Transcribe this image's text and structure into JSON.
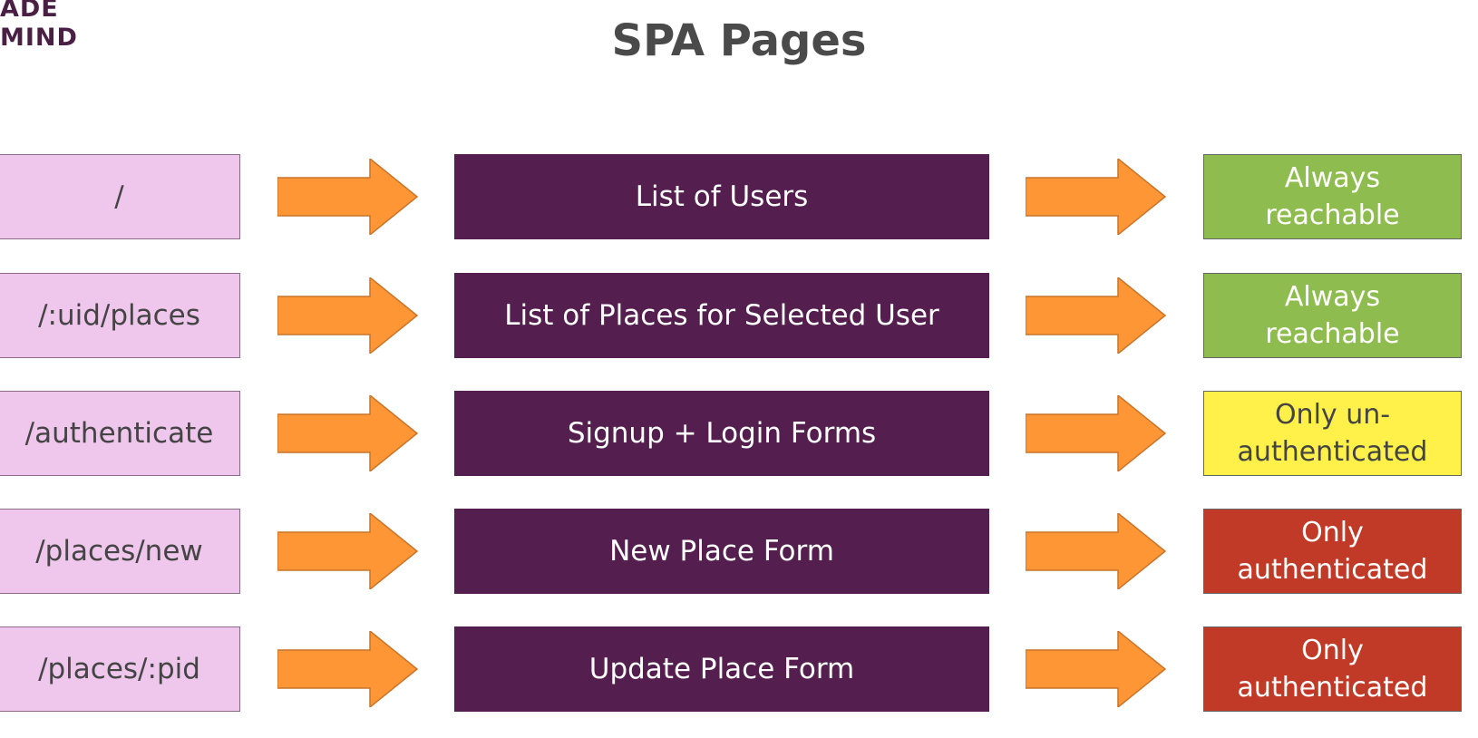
{
  "logo": {
    "line1": "ADE",
    "line2": "MIND"
  },
  "title": "SPA Pages",
  "colors": {
    "route_fill": "#efc6ec",
    "page_fill": "#541f4f",
    "arrow_fill": "#ff9636",
    "always_reachable": "#8fbc4f",
    "only_unauthenticated": "#fff04a",
    "only_authenticated": "#c03a27"
  },
  "rows": [
    {
      "route": "/",
      "page": "List of Users",
      "access_line1": "Always",
      "access_line2": "reachable",
      "access_type": "always_reachable"
    },
    {
      "route": "/:uid/places",
      "page": "List of Places for Selected User",
      "access_line1": "Always",
      "access_line2": "reachable",
      "access_type": "always_reachable"
    },
    {
      "route": "/authenticate",
      "page": "Signup + Login Forms",
      "access_line1": "Only un-",
      "access_line2": "authenticated",
      "access_type": "only_unauthenticated"
    },
    {
      "route": "/places/new",
      "page": "New Place Form",
      "access_line1": "Only",
      "access_line2": "authenticated",
      "access_type": "only_authenticated"
    },
    {
      "route": "/places/:pid",
      "page": "Update Place Form",
      "access_line1": "Only",
      "access_line2": "authenticated",
      "access_type": "only_authenticated"
    }
  ]
}
